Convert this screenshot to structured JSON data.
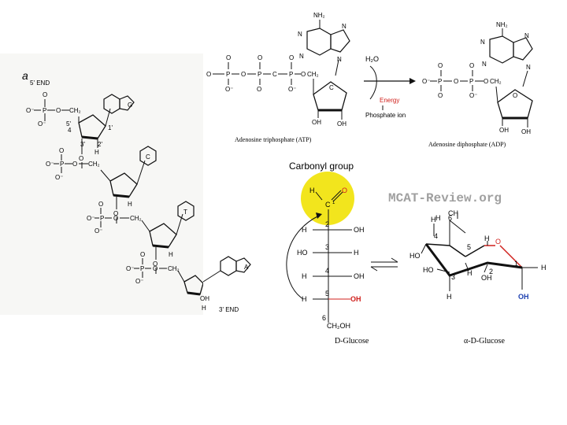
{
  "dna_panel": {
    "label_a": "a",
    "five_prime_end": "5' END",
    "three_prime_end": "3' END",
    "bases": [
      "G",
      "C",
      "T",
      "A"
    ],
    "pos_5": "5'",
    "pos_4": "4",
    "pos_1": "1'",
    "pos_3": "3'",
    "pos_2": "2'",
    "o": "O",
    "p": "P",
    "ch2": "CH₂",
    "h": "H",
    "oh": "OH",
    "o_minus": "O⁻"
  },
  "atp_panel": {
    "nh2": "NH₂",
    "n": "N",
    "h2o": "H₂O",
    "energy": "Energy",
    "phosphate_ion": "Phosphate ion",
    "atp_caption": "Adenosine triphosphate (ATP)",
    "adp_caption": "Adenosine diphosphate (ADP)",
    "o": "O",
    "o_minus": "O⁻",
    "p": "P",
    "ch2": "CH₂",
    "oh": "OH",
    "c": "C"
  },
  "glucose_panel": {
    "carbonyl_label": "Carbonyl group",
    "watermark": "MCAT-Review.org",
    "d_glucose_caption": "D-Glucose",
    "alpha_glucose_caption": "α-D-Glucose",
    "h": "H",
    "o": "O",
    "c": "C",
    "oh": "OH",
    "ho": "HO",
    "ch": "CH",
    "ch2oh": "CH₂OH",
    "n1": "1",
    "n2": "2",
    "n3": "3",
    "n4": "4",
    "n5": "5",
    "n6": "6"
  },
  "colors": {
    "highlight": "#f2e51d",
    "red": "#d0201c",
    "blue": "#1c3fb0",
    "watermark": "#a0a0a0"
  }
}
